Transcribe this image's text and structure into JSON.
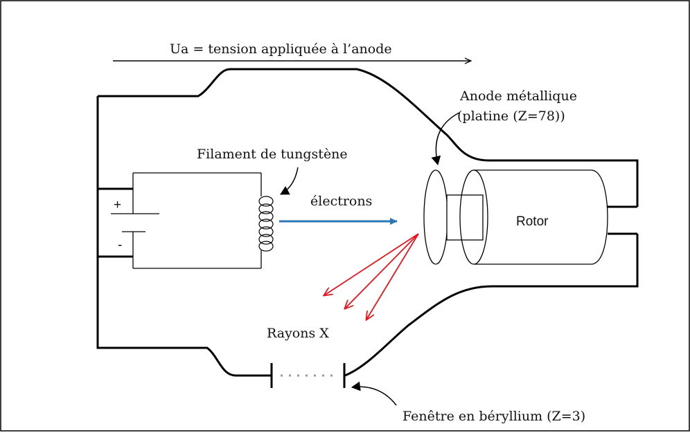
{
  "labels": {
    "voltage": "Ua = tension appliquée à l’anode",
    "anode_line1": "Anode métallique",
    "anode_line2": "(platine (Z=78))",
    "filament": "Filament de tungstène",
    "electrons": "électrons",
    "rotor": "Rotor",
    "xrays": "Rayons X",
    "window": "Fenêtre en béryllium (Z=3)",
    "plus": "+",
    "minus": "-"
  },
  "colors": {
    "outline": "#000000",
    "electron_beam": "#2e75b6",
    "xray": "#e8141b",
    "window_dots": "#9a9a9a"
  }
}
